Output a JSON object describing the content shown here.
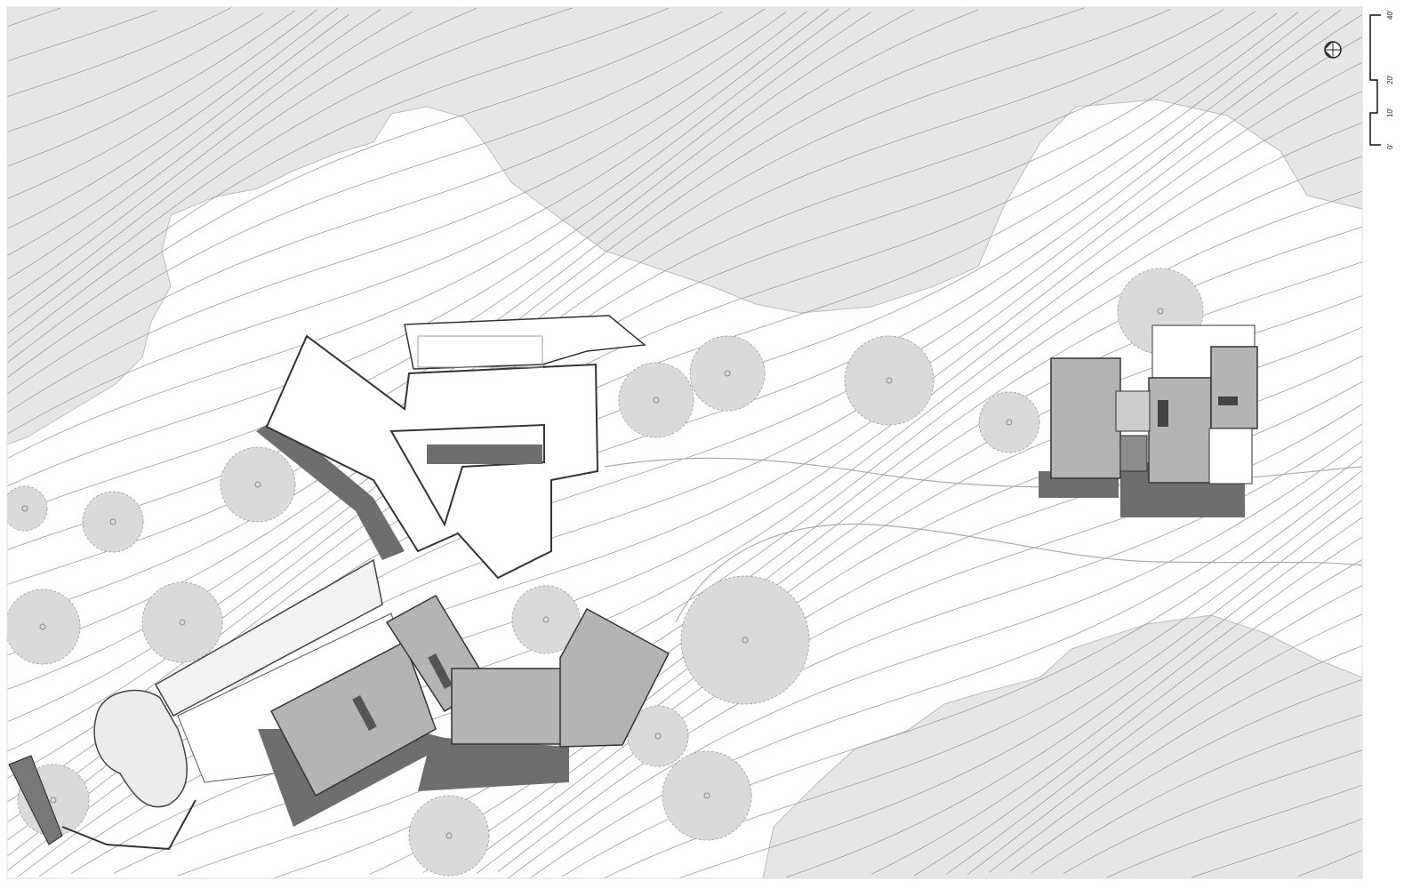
{
  "scale_bar": {
    "labels": [
      "0'",
      "10'",
      "20'",
      "40'"
    ]
  },
  "north_arrow": {
    "icon": "north-arrow-icon"
  },
  "colors": {
    "canopy": "#e6e6e6",
    "contour": "#9a9a9a",
    "roof_light": "#b4b4b4",
    "roof_dark": "#8c8c8c",
    "shadow": "#6e6e6e",
    "tree": "#dadada"
  }
}
